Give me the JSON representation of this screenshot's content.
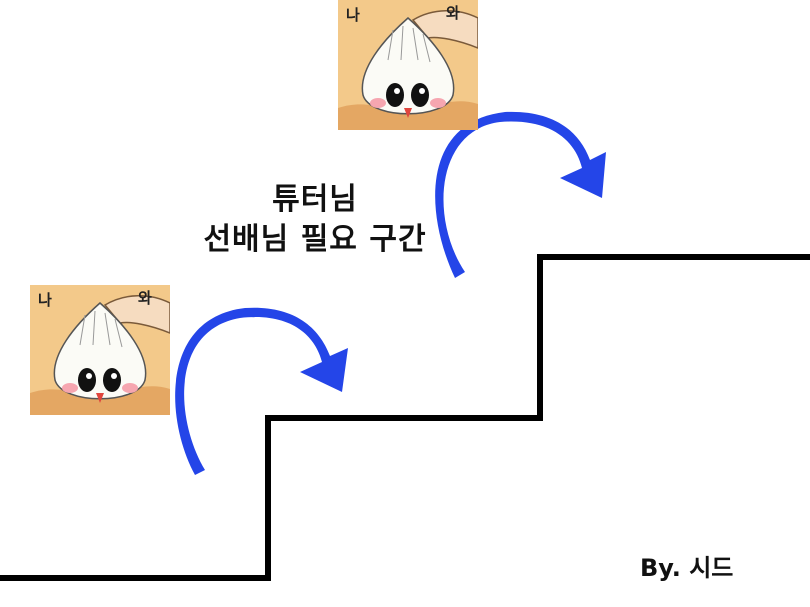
{
  "caption": {
    "line1": "튜터님",
    "line2": "선배님 필요 구간"
  },
  "credit": "By. 시드",
  "stickers": [
    {
      "left_tag": "나",
      "right_tag": "와"
    },
    {
      "left_tag": "나",
      "right_tag": "와"
    }
  ],
  "colors": {
    "arrow": "#2445e8",
    "stairs": "#000000",
    "sticker_bg": "#f3c98a"
  },
  "icons": [
    "staircase-icon",
    "curved-arrow-icon",
    "garlic-character-icon"
  ]
}
